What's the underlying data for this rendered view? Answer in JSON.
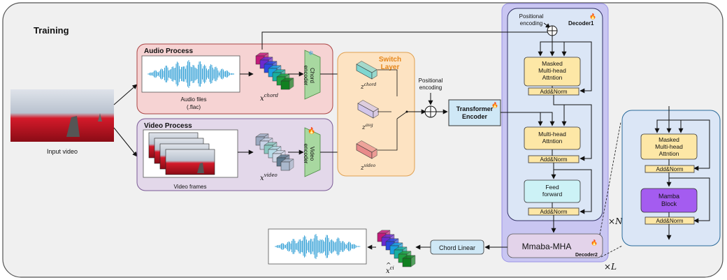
{
  "title": "Training",
  "input": {
    "label": "Input video"
  },
  "audio_process": {
    "title": "Audio Process",
    "files_label": "Audio files",
    "files_ext": "(.flac)",
    "encoder": [
      "Chord",
      "encoder"
    ],
    "feature_main": "x",
    "feature_sup": "chord"
  },
  "video_process": {
    "title": "Video Process",
    "frames_label": "Video frames",
    "encoder": [
      "Video",
      "encoder"
    ],
    "feature_main": "x",
    "feature_sup": "video"
  },
  "switch_layer": {
    "title": [
      "Switch",
      "Layer"
    ],
    "z_chord": {
      "main": "z",
      "sup": "chord"
    },
    "z_avg": {
      "main": "z",
      "sup": "avg"
    },
    "z_video": {
      "main": "z",
      "sup": "video"
    }
  },
  "positional_encoding_1": [
    "Positional",
    "encoding"
  ],
  "positional_encoding_2": [
    "Positional",
    "encoding"
  ],
  "transformer_encoder": [
    "Transformer",
    "Encoder"
  ],
  "decoder1": {
    "title": "Decoder1",
    "masked_mha": [
      "Masked",
      "Multi-head",
      "Attntion"
    ],
    "add_norm": "Add&Norm",
    "mha": [
      "Multi-head",
      "Attntion"
    ],
    "feed_forward": [
      "Feed",
      "forward"
    ],
    "repeat": "N"
  },
  "decoder2": {
    "title": "Decoder2",
    "block_label": "Mmaba-MHA",
    "masked_mha": [
      "Masked",
      "Multi-head",
      "Attntion"
    ],
    "add_norm": "Add&Norm",
    "mamba": [
      "Mamba",
      "Block"
    ],
    "repeat": "L"
  },
  "chord_linear": "Chord Linear",
  "output": {
    "main": "x",
    "hat": "^",
    "sup": "ci"
  },
  "colors": {
    "audio_bg": "#f6d3d3",
    "video_bg": "#e3d8ea",
    "switch_bg": "#fde3c2",
    "decoder_outer": "#c9c6f2",
    "decoder_inner": "#dbe6f6",
    "attn": "#fde7a6",
    "feed": "#ccf2f6",
    "mamba": "#a45cf0",
    "encoder_green": "#a8d8a0",
    "wave": "#3fa6d8",
    "linear": "#cfe8f6"
  }
}
